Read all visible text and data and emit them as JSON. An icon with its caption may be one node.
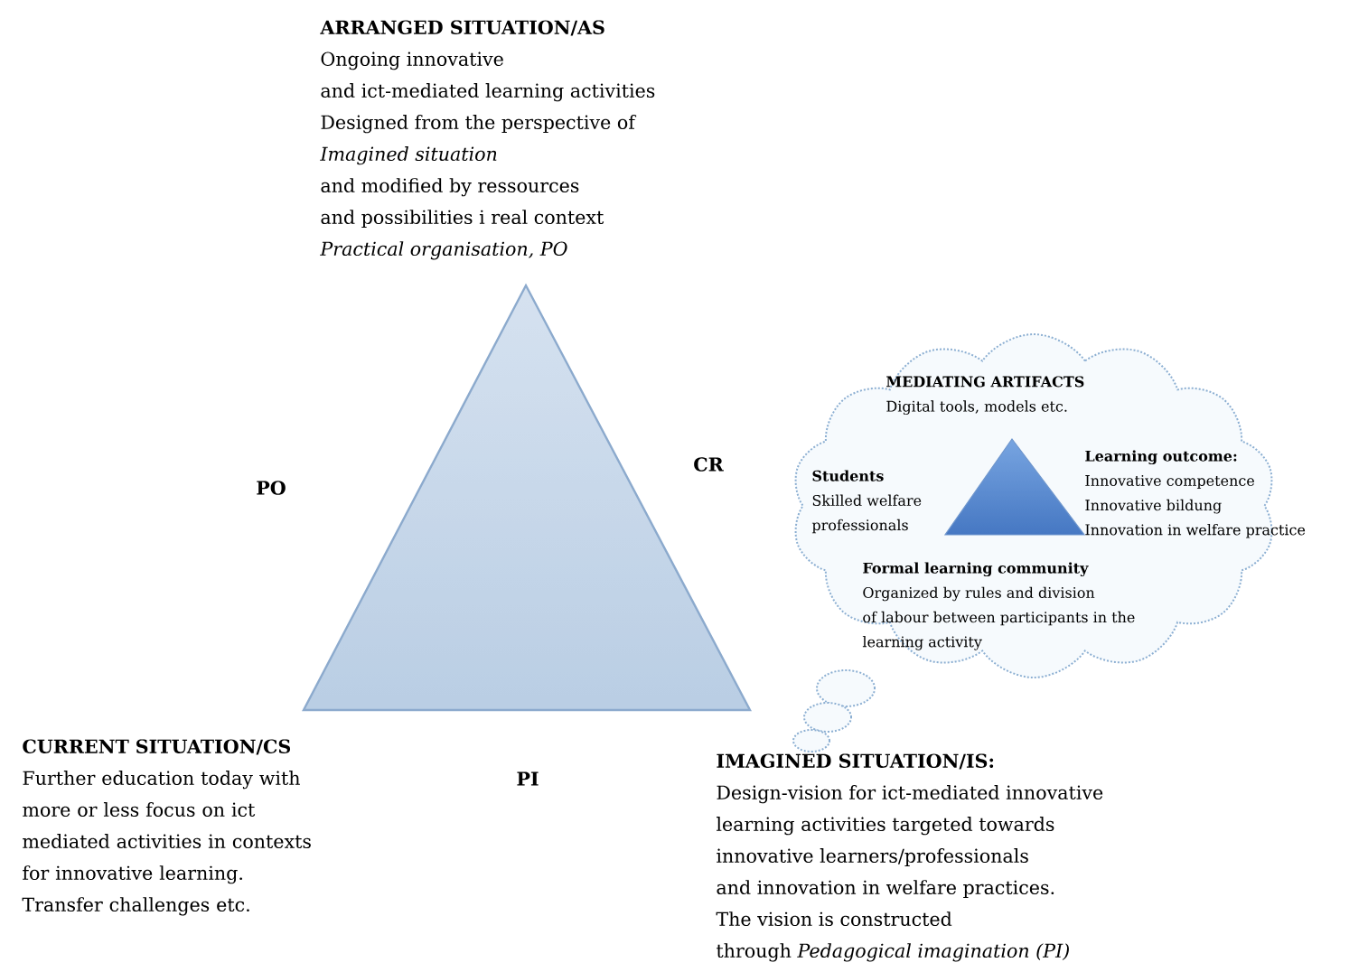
{
  "diagram": {
    "nodes": [
      {
        "text": [
          "ARRANGED SITUATION/AS",
          "Ongoing innovative",
          "and ict-mediated learning activities",
          "Designed from the perspective of",
          "*Imagined situation*",
          "and modified by ressources",
          "and possibilities i real context",
          "*Practical organisation, PO*"
        ]
      },
      {
        "text": [
          "CURRENT SITUATION/CS",
          "Further education today with more or less focus on ict mediated activities in contexts for innovative learning. Transfer challenges etc."
        ]
      },
      {
        "text": [
          "IMAGINED SITUATION/IS:",
          "Design-vision for ict-mediated innovative",
          "learning activities targeted towards",
          "innovative learners/professionals",
          "and innovation in welfare practices.",
          "The vision is constructed",
          "through *Pedagogical imagination (PI)*"
        ]
      },
      {
        "text": [],
        "shape": "cloud"
      },
      {
        "text": [
          "MEDIATING ARTIFACTS",
          "Digital tools, models etc."
        ],
        "in": 3
      },
      {
        "text": [
          "Students",
          "Skilled welfare",
          "professionals"
        ],
        "in": 3
      },
      {
        "text": [
          "Learning outcome:",
          "Innovative competence",
          "Innovative bildung",
          "Innovation in welfare practice"
        ],
        "in": 3
      },
      {
        "text": [
          "Formal learning community",
          "Organized by rules and division",
          "of labour between participants in the",
          "learning activity"
        ],
        "in": 3
      }
    ],
    "labels": [
      "PO",
      "CR",
      "PI"
    ]
  }
}
